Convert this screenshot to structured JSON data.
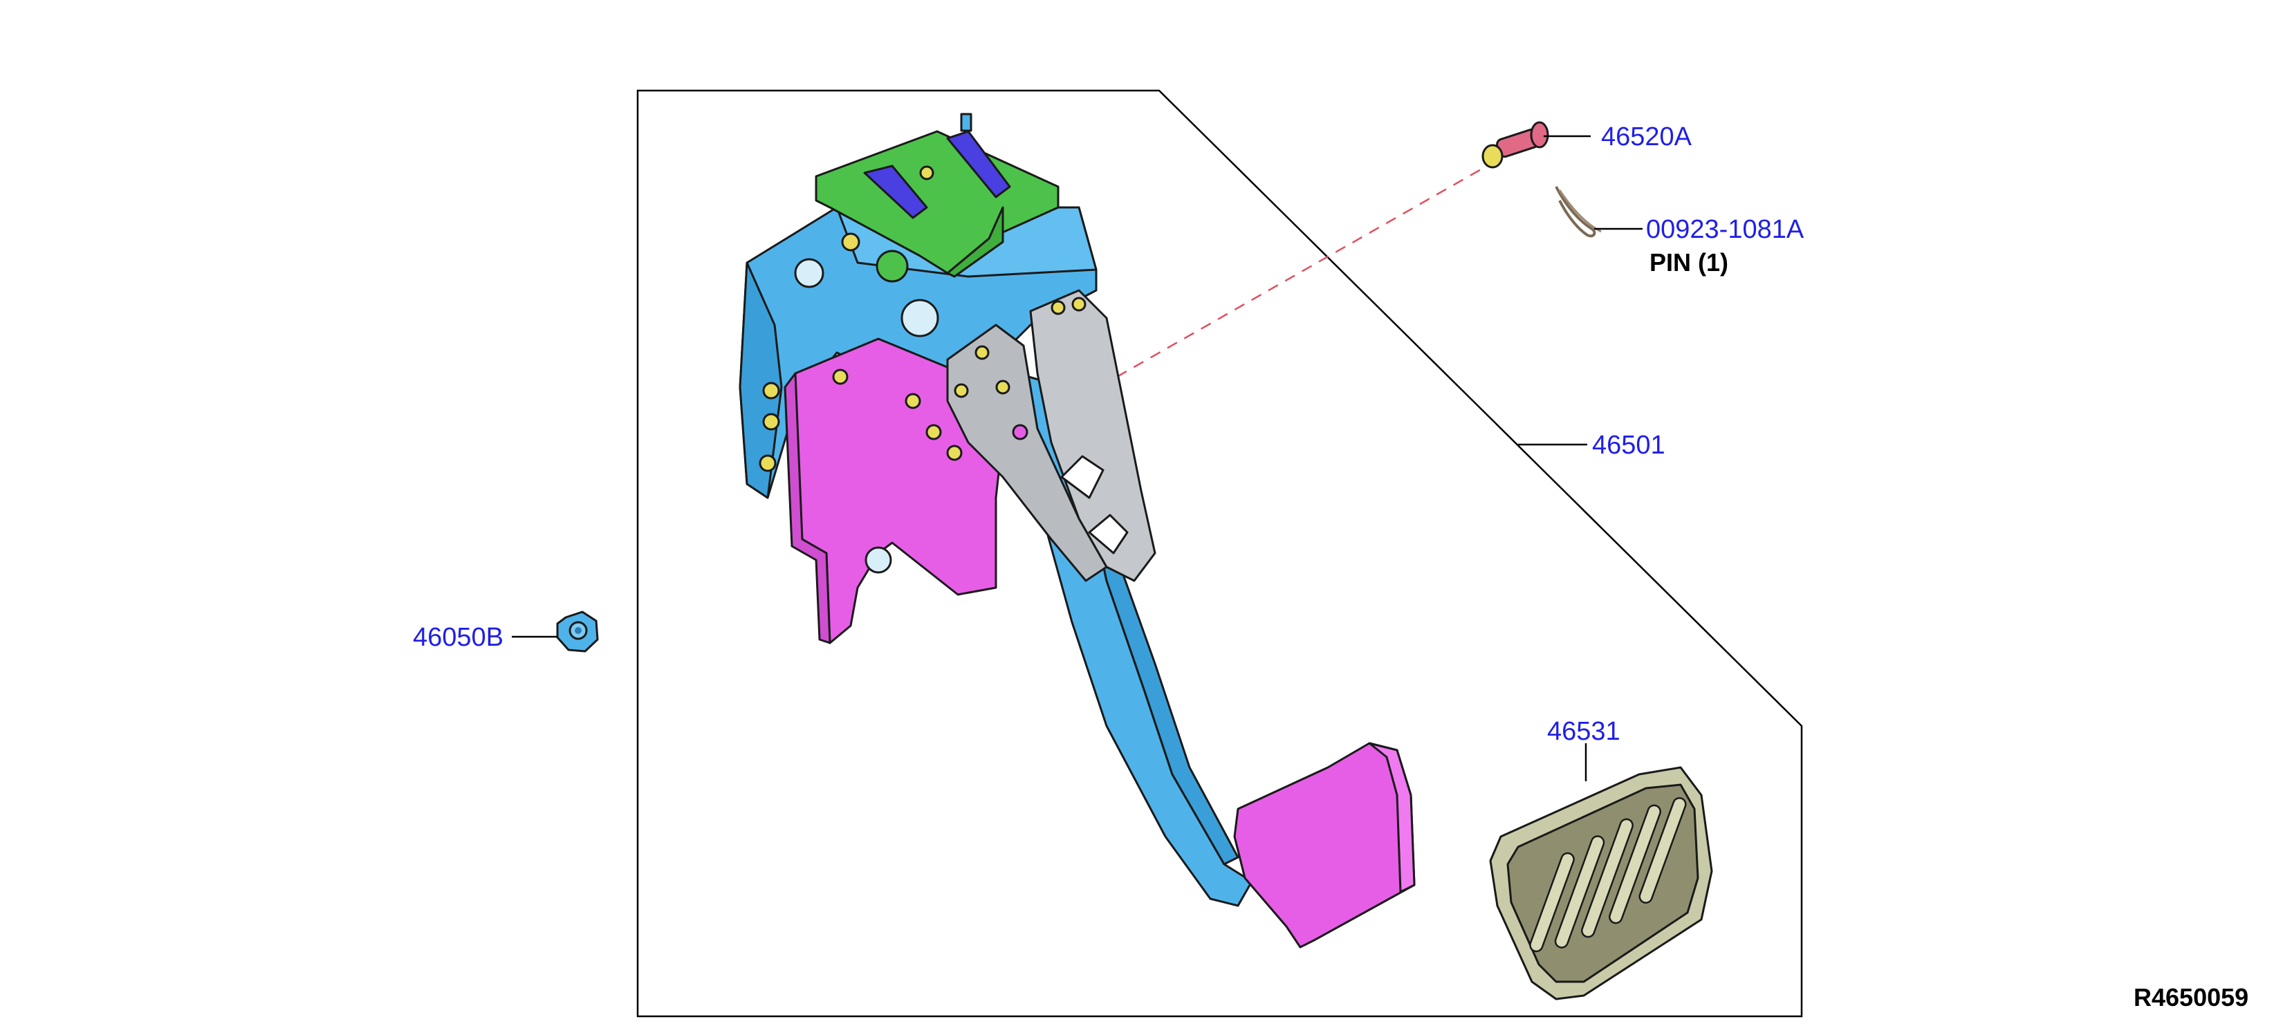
{
  "callouts": {
    "pin_part": "46520A",
    "clip_part": "00923-1081A",
    "clip_note": "PIN (1)",
    "assembly_part": "46501",
    "nut_part": "46050B",
    "pad_part": "46531"
  },
  "diagram_code": "R4650059",
  "colors": {
    "callout_text": "#1f1fe6",
    "bracket_blue": "#4fb3ea",
    "bracket_green": "#4cc24a",
    "plate_magenta": "#e65ee6",
    "arm_grey": "#b8bcc0",
    "pad_magenta": "#e65ee6",
    "rubber_pad": "#c9caa8",
    "pin_red": "#e06a86",
    "hole_yellow": "#e8dc5a",
    "guide_line": "#e05060"
  }
}
